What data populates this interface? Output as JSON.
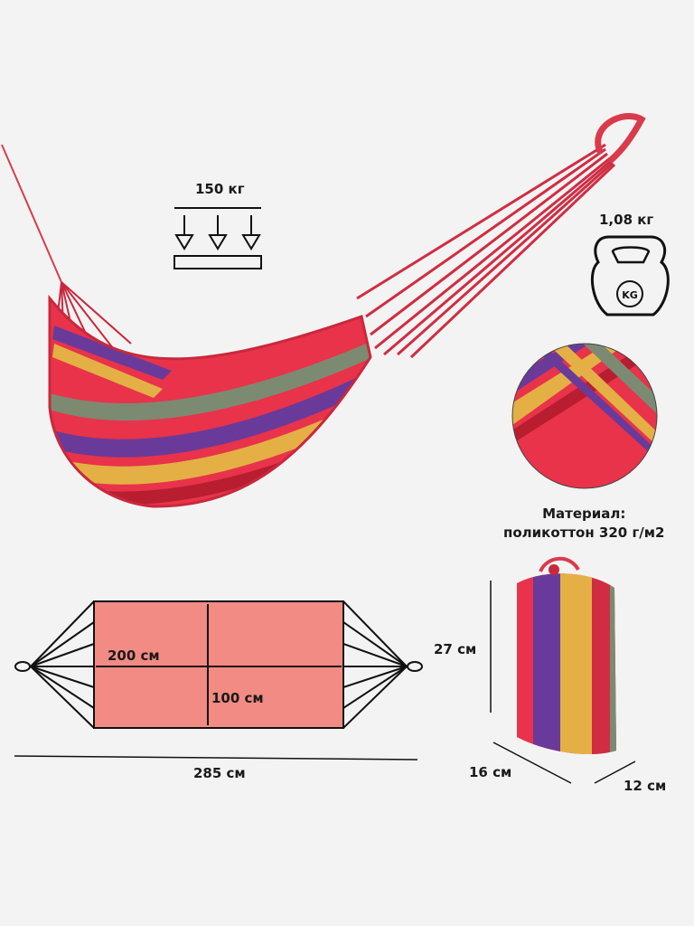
{
  "load": {
    "value": "150 кг"
  },
  "weight": {
    "value": "1,08 кг",
    "icon_text": "KG"
  },
  "material": {
    "line1": "Материал:",
    "line2": "поликоттон 320 г/м2"
  },
  "dimensions": {
    "width": "200 см",
    "depth": "100 см",
    "total_length": "285 см"
  },
  "bag": {
    "height": "27 см",
    "depth": "16 см",
    "width": "12 см"
  },
  "colors": {
    "red": "#e8334a",
    "dark_red": "#b81d30",
    "purple": "#6a3a9a",
    "yellow": "#e4b045",
    "green_gray": "#7d8a72",
    "fabric_panel": "#f28b83",
    "background": "#f3f3f3"
  }
}
